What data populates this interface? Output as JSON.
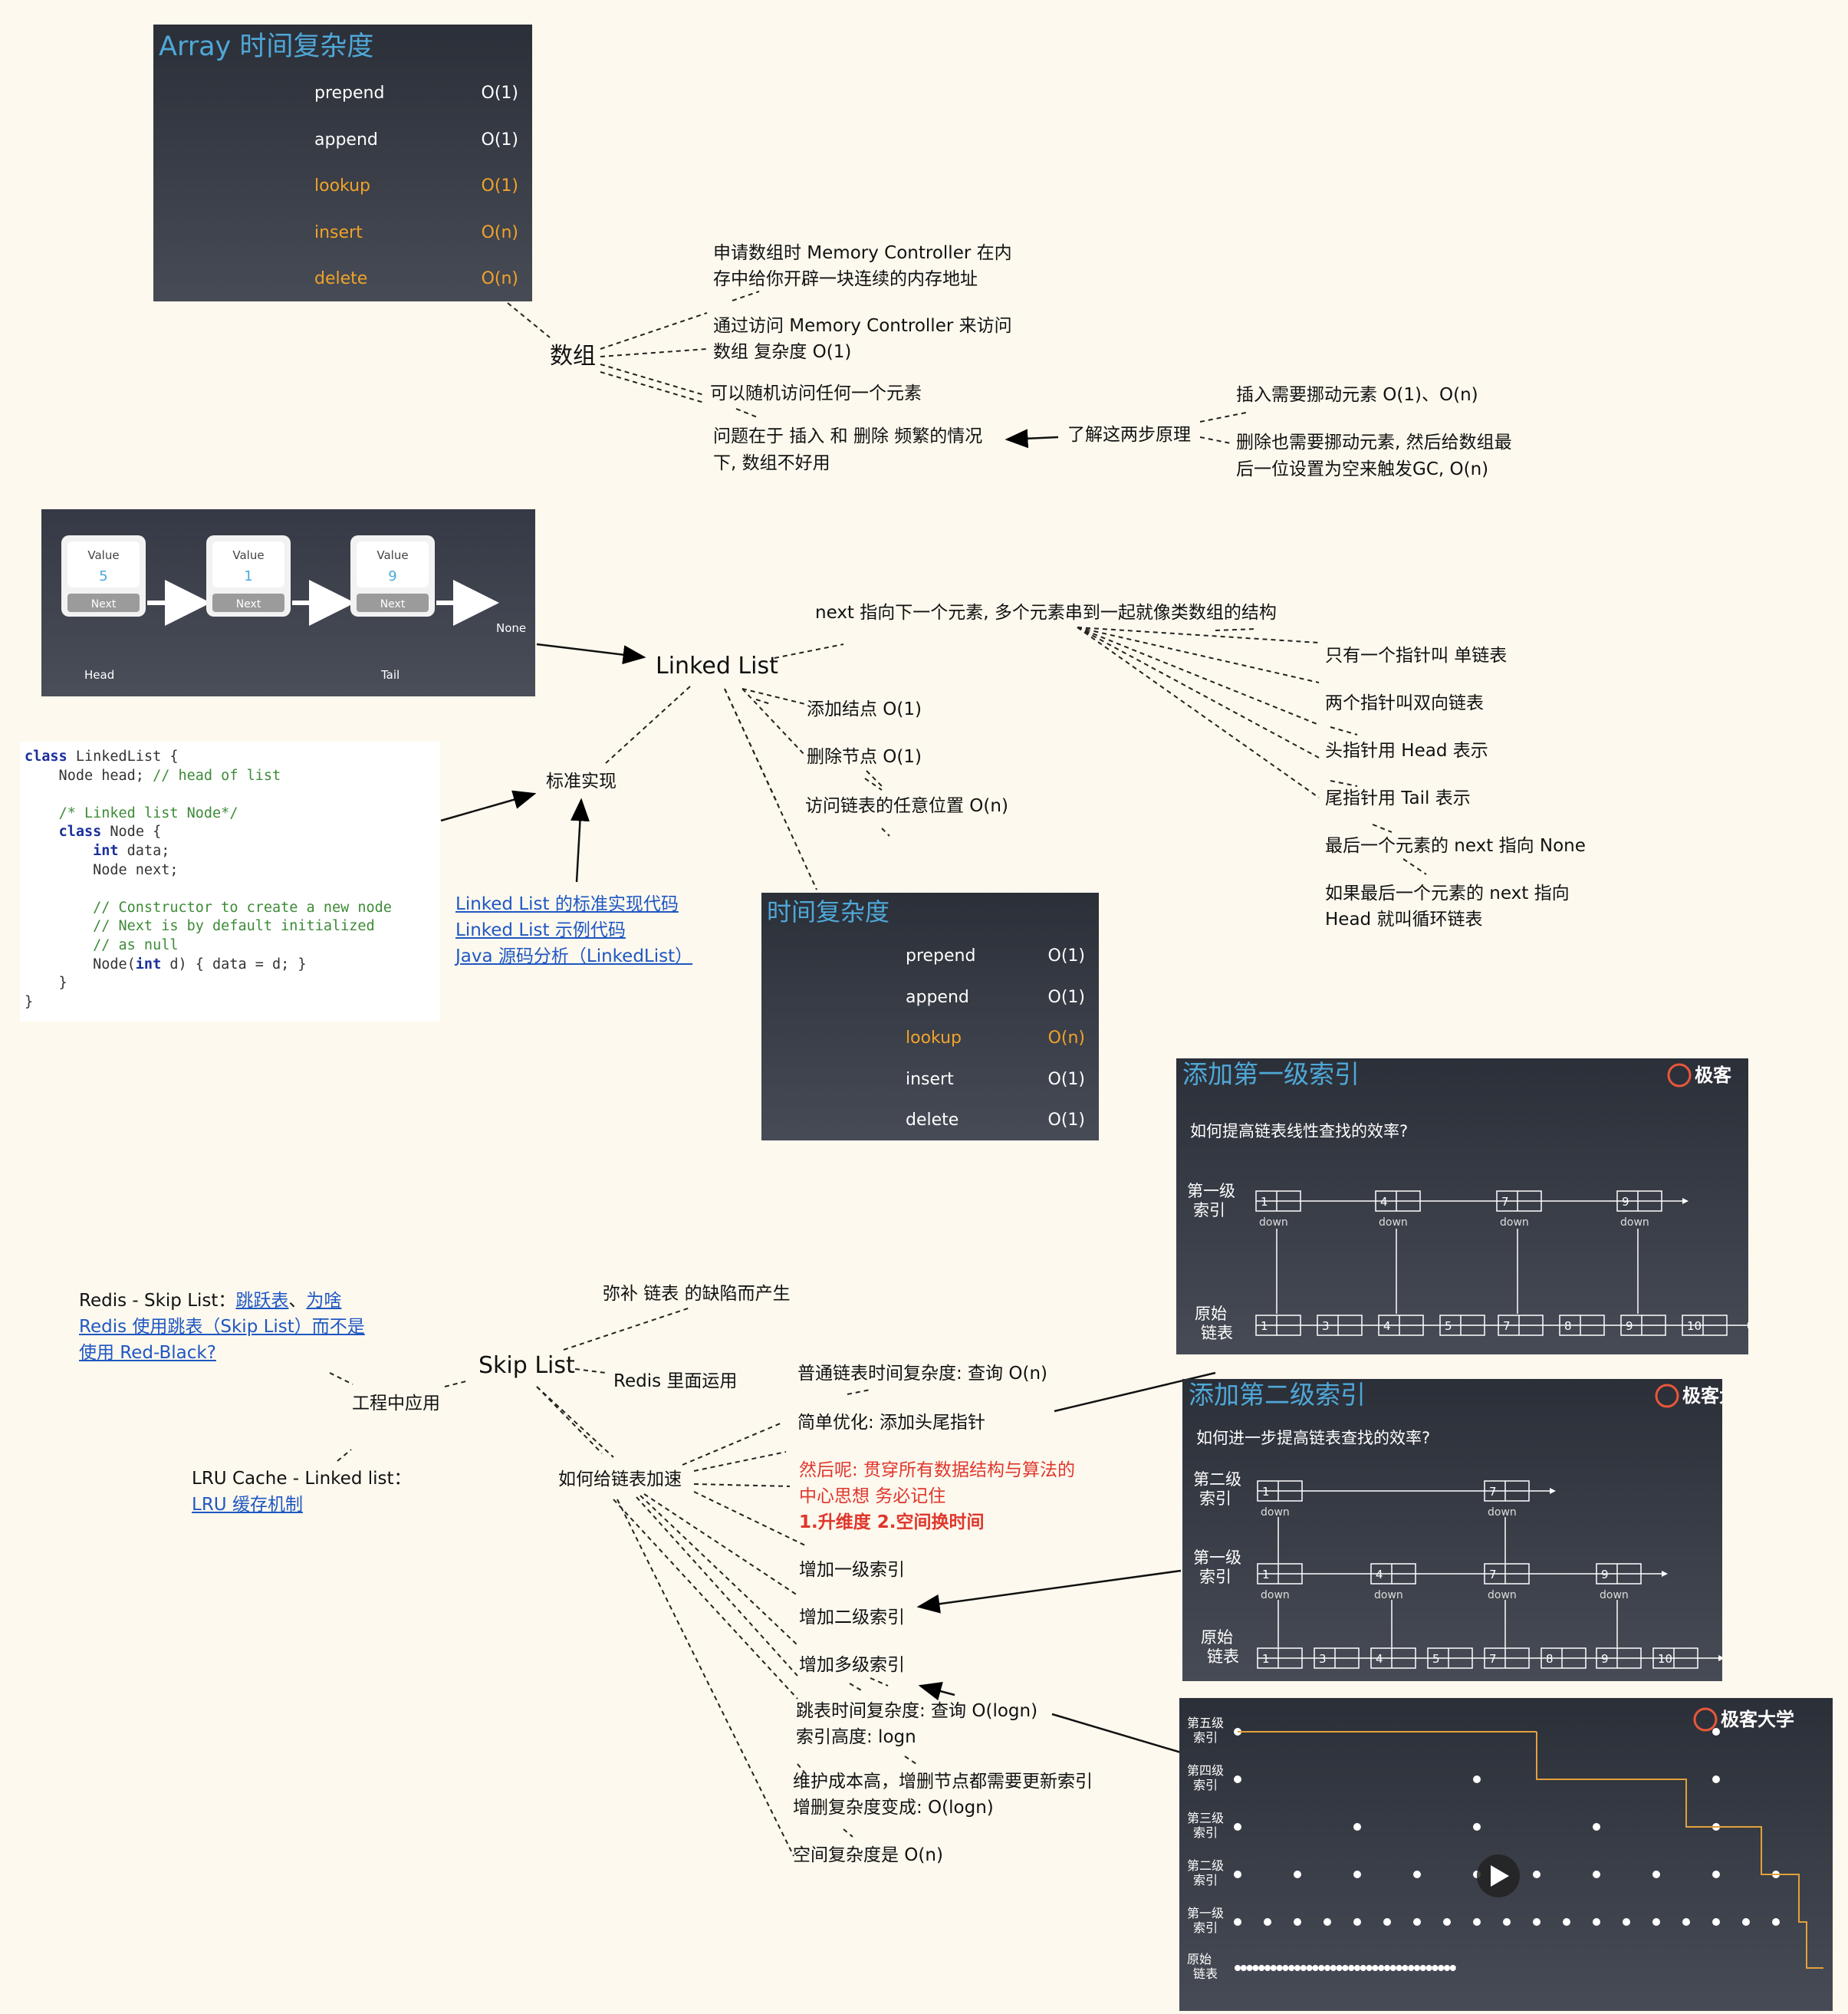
{
  "array_slide": {
    "title": "Array 时间复杂度",
    "rows": [
      {
        "op": "prepend",
        "cx": "O(1)",
        "color": "#ffffff"
      },
      {
        "op": "append",
        "cx": "O(1)",
        "color": "#ffffff"
      },
      {
        "op": "lookup",
        "cx": "O(1)",
        "color": "#f0a32a"
      },
      {
        "op": "insert",
        "cx": "O(n)",
        "color": "#f0a32a"
      },
      {
        "op": "delete",
        "cx": "O(n)",
        "color": "#f0a32a"
      }
    ]
  },
  "array": {
    "center": "数组",
    "b1": [
      "申请数组时 Memory Controller 在内",
      "存中给你开辟一块连续的内存地址"
    ],
    "b2": [
      "通过访问 Memory Controller 来访问",
      "数组 复杂度 O(1)"
    ],
    "b3": "可以随机访问任何一个元素",
    "b4": [
      "问题在于 插入 和 删除 频繁的情况",
      "下, 数组不好用"
    ],
    "understand": "了解这两步原理",
    "insert_note": "插入需要挪动元素 O(1)、O(n)",
    "delete_note": [
      "删除也需要挪动元素, 然后给数组最",
      "后一位设置为空来触发GC, O(n)"
    ]
  },
  "ll_diagram": {
    "nodes": [
      {
        "label": "Value",
        "value": "5",
        "next": "Next"
      },
      {
        "label": "Value",
        "value": "1",
        "next": "Next"
      },
      {
        "label": "Value",
        "value": "9",
        "next": "Next"
      }
    ],
    "head": "Head",
    "tail": "Tail",
    "none": "None"
  },
  "linked_list": {
    "center": "Linked List",
    "next_desc": "next 指向下一个元素, 多个元素串到一起就像类数组的结构",
    "single": "只有一个指针叫 单链表",
    "double": "两个指针叫双向链表",
    "head": "头指针用 Head 表示",
    "tail": "尾指针用 Tail 表示",
    "last_none": "最后一个元素的 next 指向 None",
    "circular": [
      "如果最后一个元素的 next 指向",
      "Head 就叫循环链表"
    ],
    "add": "添加结点 O(1)",
    "remove": "删除节点 O(1)",
    "access": "访问链表的任意位置 O(n)",
    "std_impl": "标准实现",
    "links": [
      "Linked List 的标准实现代码",
      "Linked List 示例代码",
      "Java 源码分析（LinkedList）"
    ]
  },
  "code": [
    "class LinkedList {",
    "    Node head; // head of list",
    "",
    "    /* Linked list Node*/",
    "    class Node {",
    "        int data;",
    "        Node next;",
    "",
    "        // Constructor to create a new node",
    "        // Next is by default initialized",
    "        // as null",
    "        Node(int d) { data = d; }",
    "    }",
    "}"
  ],
  "ll_slide": {
    "title": "时间复杂度",
    "rows": [
      {
        "op": "prepend",
        "cx": "O(1)",
        "color": "#ffffff"
      },
      {
        "op": "append",
        "cx": "O(1)",
        "color": "#ffffff"
      },
      {
        "op": "lookup",
        "cx": "O(n)",
        "color": "#f0a32a"
      },
      {
        "op": "insert",
        "cx": "O(1)",
        "color": "#ffffff"
      },
      {
        "op": "delete",
        "cx": "O(1)",
        "color": "#ffffff"
      }
    ]
  },
  "skip_list": {
    "center": "Skip List",
    "fill": "弥补 链表 的缺陷而产生",
    "redis_use": "Redis 里面运用",
    "engineering": "工程中应用",
    "redis_prefix": "Redis - Skip List：",
    "redis_link1": "跳跃表",
    "redis_sep": "、",
    "redis_link2": "为啥",
    "redis_link3": "Redis 使用跳表（Skip List）而不是",
    "redis_link4": "使用 Red-Black?",
    "lru_prefix": "LRU Cache - Linked list：",
    "lru_link": " LRU 缓存机制",
    "accel": "如何给链表加速",
    "normal": "普通链表时间复杂度: 查询 O(n)",
    "simple_opt": "简单优化: 添加头尾指针",
    "core1": "然后呢: 贯穿所有数据结构与算法的",
    "core2": "中心思想 务必记住",
    "core3": "1.升维度 2.空间换时间",
    "level1": "增加一级索引",
    "level2": "增加二级索引",
    "multi": "增加多级索引",
    "time1": "跳表时间复杂度: 查询 O(logn)",
    "time2": "索引高度: logn",
    "maint1": "维护成本高，增删节点都需要更新索引",
    "maint2": "增删复杂度变成: O(logn)",
    "space": "空间复杂度是 O(n)"
  },
  "slide1": {
    "title": "添加第一级索引",
    "brand": "极客",
    "question": "如何提高链表线性查找的效率?",
    "row1_label": [
      "第一级",
      "索引"
    ],
    "row0_label": [
      "原始",
      "链表"
    ],
    "index_values": [
      "1",
      "4",
      "7",
      "9"
    ],
    "base_values": [
      "1",
      "3",
      "4",
      "5",
      "7",
      "8",
      "9",
      "10"
    ],
    "down": "down"
  },
  "slide2": {
    "title": "添加第二级索引",
    "brand": "极客大",
    "question": "如何进一步提高链表查找的效率?",
    "row2_label": [
      "第二级",
      "索引"
    ],
    "row1_label": [
      "第一级",
      "索引"
    ],
    "row0_label": [
      "原始",
      "链表"
    ],
    "level2_values": [
      "1",
      "7"
    ],
    "level1_values": [
      "1",
      "4",
      "7",
      "9"
    ],
    "base_values": [
      "1",
      "3",
      "4",
      "5",
      "7",
      "8",
      "9",
      "10"
    ],
    "down": "down"
  },
  "slide3": {
    "brand": "极客大学",
    "labels": [
      [
        "第五级",
        "索引"
      ],
      [
        "第四级",
        "索引"
      ],
      [
        "第三级",
        "索引"
      ],
      [
        "第二级",
        "索引"
      ],
      [
        "第一级",
        "索引"
      ],
      [
        "原始",
        "链表"
      ]
    ]
  }
}
